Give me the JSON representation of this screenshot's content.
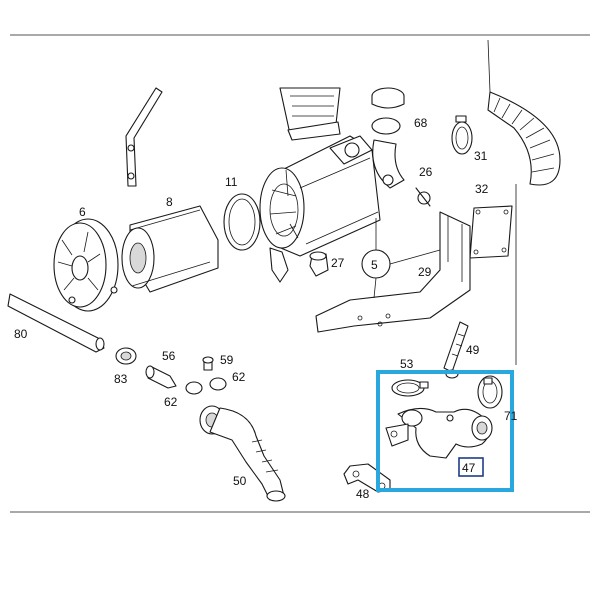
{
  "diagram": {
    "callouts": [
      {
        "id": "c6",
        "text": "6"
      },
      {
        "id": "c8",
        "text": "8"
      },
      {
        "id": "c11",
        "text": "11"
      },
      {
        "id": "c5",
        "text": "5"
      },
      {
        "id": "c26",
        "text": "26"
      },
      {
        "id": "c27",
        "text": "27"
      },
      {
        "id": "c29",
        "text": "29"
      },
      {
        "id": "c31",
        "text": "31"
      },
      {
        "id": "c32",
        "text": "32"
      },
      {
        "id": "c68",
        "text": "68"
      },
      {
        "id": "c80",
        "text": "80"
      },
      {
        "id": "c83",
        "text": "83"
      },
      {
        "id": "c56",
        "text": "56"
      },
      {
        "id": "c59",
        "text": "59"
      },
      {
        "id": "c62a",
        "text": "62"
      },
      {
        "id": "c62b",
        "text": "62"
      },
      {
        "id": "c49",
        "text": "49"
      },
      {
        "id": "c53",
        "text": "53"
      },
      {
        "id": "c71",
        "text": "71"
      },
      {
        "id": "c47",
        "text": "47"
      },
      {
        "id": "c48",
        "text": "48"
      },
      {
        "id": "c50",
        "text": "50"
      }
    ],
    "highlight": {
      "label": "47",
      "color": "#29a8e0",
      "label_box_color": "#1f3c88"
    }
  }
}
